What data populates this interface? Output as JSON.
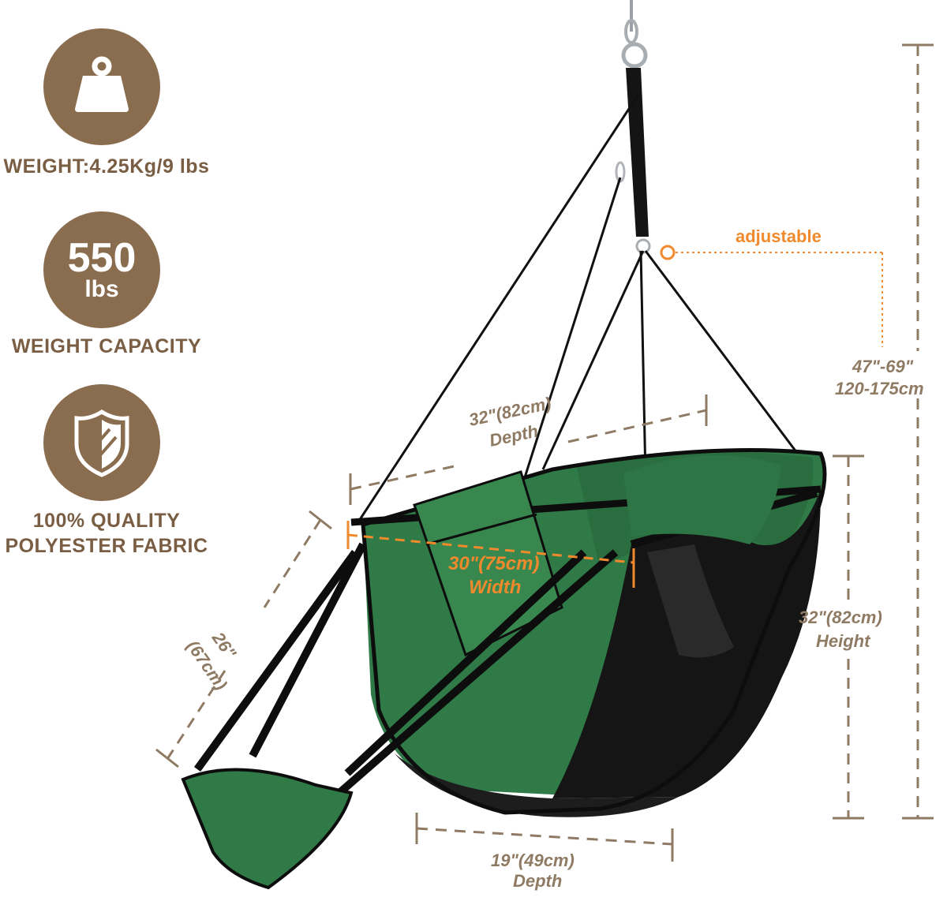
{
  "features": {
    "weight_label": "WEIGHT:4.25Kg/9 lbs",
    "capacity_number": "550",
    "capacity_unit": "lbs",
    "capacity_label": "WEIGHT CAPACITY",
    "fabric_line1": "100% QUALITY",
    "fabric_line2": "POLYESTER FABRIC"
  },
  "dimensions": {
    "adjustable": "adjustable",
    "total_height_in": "47\"-69\"",
    "total_height_cm": "120-175cm",
    "top_depth_value": "32\"(82cm)",
    "top_depth_label": "Depth",
    "width_value": "30\"(75cm)",
    "width_label": "Width",
    "footrest_in": "26\"",
    "footrest_cm": "(67cm)",
    "seat_height_value": "32\"(82cm)",
    "seat_height_label": "Height",
    "bottom_depth_value": "19\"(49cm)",
    "bottom_depth_label": "Depth"
  },
  "colors": {
    "brown": "#8a6c4f",
    "dim_line": "#8f7b64",
    "orange": "#f08a2c",
    "fabric_green": "#2f7a47",
    "fabric_black": "#151515"
  },
  "icons": [
    "weight-icon",
    "shield-icon"
  ]
}
